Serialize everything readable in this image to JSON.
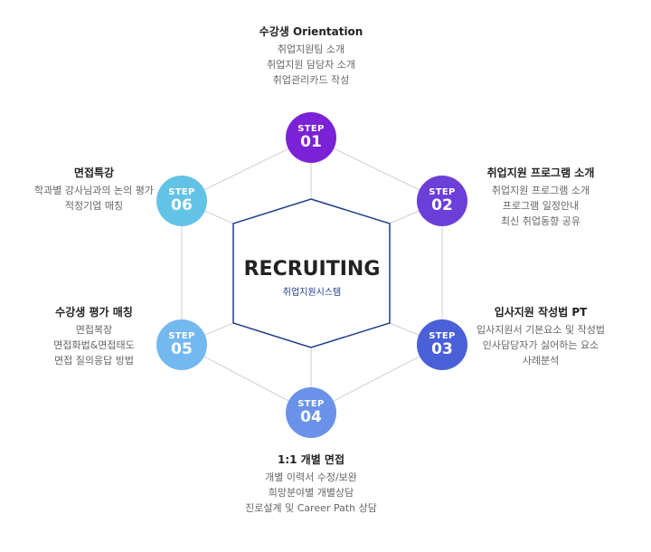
{
  "center": {
    "title": "RECRUITING",
    "subtitle": "취업지원시스템"
  },
  "step_word": "STEP",
  "colors": {
    "step01": "#7b22d6",
    "step02": "#6b3fd8",
    "step03": "#4a60d8",
    "step04": "#6a92e8",
    "step05": "#74b8f0",
    "step06": "#63c3e6",
    "hex_outer": "#cfcfcf",
    "hex_inner": "#1e3c8c"
  },
  "steps": [
    {
      "num": "01",
      "title": "수강생 Orientation",
      "lines": [
        "취업지원팀 소개",
        "취업지원 담당자 소개",
        "취업관리카드 작성"
      ]
    },
    {
      "num": "02",
      "title": "취업지원 프로그램 소개",
      "lines": [
        "취업지원 프로그램 소개",
        "프로그램 일정안내",
        "최신 취업동향 공유"
      ]
    },
    {
      "num": "03",
      "title": "입사지원 작성법 PT",
      "lines": [
        "입사지원서 기본요소 및 작성법",
        "인사담당자가 싫어하는 요소",
        "사례분석"
      ]
    },
    {
      "num": "04",
      "title": "1:1 개별 면접",
      "lines": [
        "개별 이력서 수정/보완",
        "희망분야별 개별상담",
        "진로설계 및 Career Path 상담"
      ]
    },
    {
      "num": "05",
      "title": "수강생 평가 매칭",
      "lines": [
        "면접복장",
        "면접화법&면접태도",
        "면접 질의응답 방법"
      ]
    },
    {
      "num": "06",
      "title": "면접특강",
      "lines": [
        "학과별 강사님과의 논의 평가",
        "적정기업 매칭"
      ]
    }
  ]
}
